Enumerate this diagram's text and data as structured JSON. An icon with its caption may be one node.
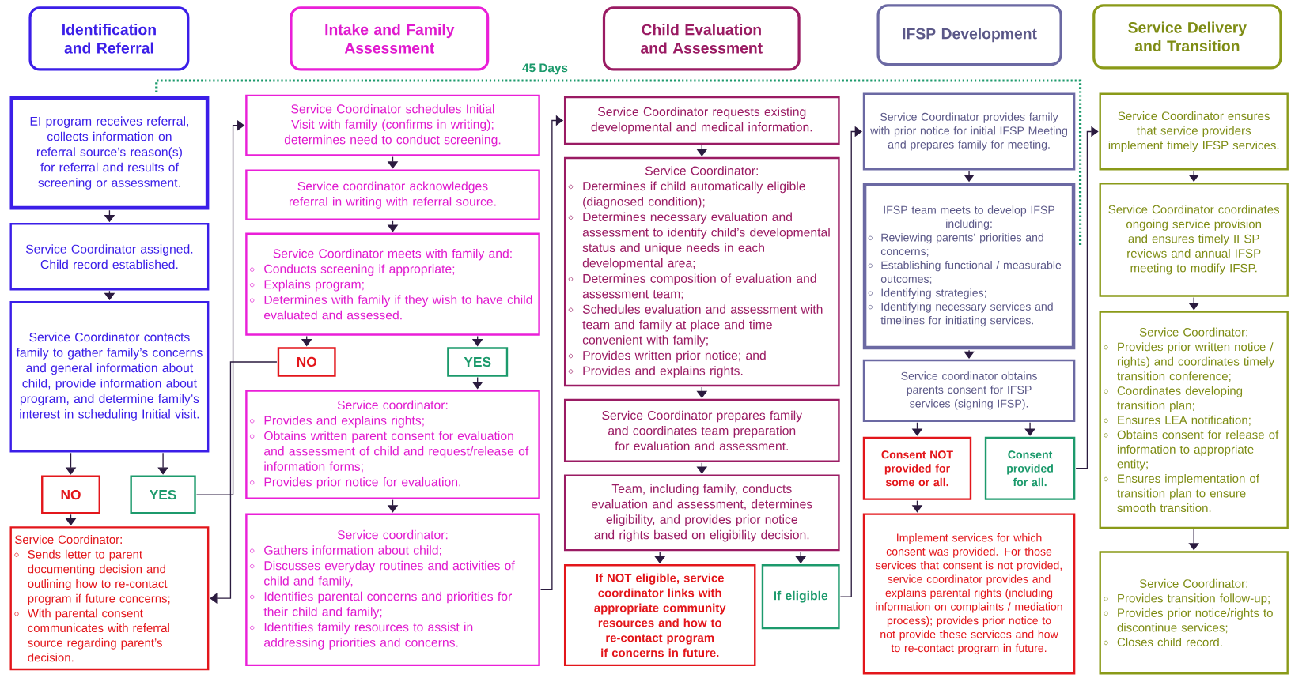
{
  "diagram": {
    "nodes": [
      {
        "text": [
          "Identification and Referral"
        ]
      },
      {
        "text": [
          "Intake and Family Assessment"
        ]
      },
      {
        "text": [
          "Child Evaluation and Assessment"
        ]
      },
      {
        "text": [
          "IFSP Development"
        ]
      },
      {
        "text": [
          "Service Delivery and Transition"
        ]
      },
      {
        "text": [
          "EI program receives referral, collects information on referral source’s reason(s) for referral and results of screening or assessment."
        ]
      },
      {
        "text": [
          "Service Coordinator assigned. Child record established."
        ]
      },
      {
        "text": [
          "Service Coordinator contacts family to gather family’s concerns and general information about child, provide information about program, and determine family’s interest in scheduling Initial visit."
        ]
      },
      {
        "text": [
          "NO"
        ]
      },
      {
        "text": [
          "YES"
        ]
      },
      {
        "text": [
          "Service Coordinator:",
          "Sends letter to parent documenting decision and outlining how to re-contact program if future concerns;",
          "With parental consent communicates with referral source regarding parent’s decision."
        ]
      },
      {
        "text": [
          "Service Coordinator schedules Initial Visit with family (confirms in writing); determines need to conduct screening."
        ]
      },
      {
        "text": [
          "Service coordinator acknowledges referral in writing with referral source."
        ]
      },
      {
        "text": [
          "Service Coordinator meets with family and:",
          "Conducts screening if appropriate;",
          "Explains program;",
          "Determines with family if they wish to have child evaluated and assessed."
        ]
      },
      {
        "text": [
          "NO"
        ]
      },
      {
        "text": [
          "YES"
        ]
      },
      {
        "text": [
          "Service coordinator:",
          "Provides and explains rights;",
          "Obtains written parent consent for evaluation and assessment of child and request/release of information forms;",
          "Provides prior notice for evaluation."
        ]
      },
      {
        "text": [
          "Service coordinator:",
          "Gathers information about child;",
          "Discusses everyday routines and activities of child and family,",
          "Identifies parental concerns and priorities for their child and family;",
          "Identifies family resources to assist in addressing priorities and concerns."
        ]
      },
      {
        "text": [
          "Service Coordinator requests existing developmental and medical information."
        ]
      },
      {
        "text": [
          "Service Coordinator:",
          "Determines if child automatically eligible (diagnosed condition);",
          "Determines necessary evaluation and assessment to identify child’s developmental status and unique needs in each developmental area;",
          "Determines composition of evaluation and assessment team;",
          "Schedules evaluation and assessment with team and family at place and time convenient with family;",
          "Provides written prior notice; and",
          "Provides and explains rights."
        ]
      },
      {
        "text": [
          "Service Coordinator prepares family and coordinates team preparation for evaluation and assessment."
        ]
      },
      {
        "text": [
          "Team, including family, conducts evaluation and assessment, determines eligibility, and provides prior notice and rights based on eligibility decision."
        ]
      },
      {
        "text": [
          "If NOT eligible, service coordinator links with appropriate community resources and how to re-contact program if concerns in future."
        ]
      },
      {
        "text": [
          "If eligible"
        ]
      },
      {
        "text": [
          "Service Coordinator provides family with prior notice for initial IFSP Meeting and prepares family for meeting."
        ]
      },
      {
        "text": [
          "IFSP team meets to develop IFSP including:",
          "Reviewing parents’ priorities and concerns;",
          "Establishing functional / measurable outcomes;",
          "Identifying strategies;",
          "Identifying necessary services and timelines for initiating services."
        ]
      },
      {
        "text": [
          "Service coordinator obtains parents consent for IFSP services (signing IFSP)."
        ]
      },
      {
        "text": [
          "Consent NOT provided for some or all."
        ]
      },
      {
        "text": [
          "Consent provided for all."
        ]
      },
      {
        "text": [
          "Implement services for which consent was provided. For those services that consent is not provided, service coordinator provides and explains parental rights (including information on complaints / mediation process); provides prior notice to not provide these services and how to re-contact program in future."
        ]
      },
      {
        "text": [
          "Service Coordinator ensures that service providers implement timely IFSP services."
        ]
      },
      {
        "text": [
          "Service Coordinator coordinates ongoing service provision and ensures timely IFSP reviews and annual IFSP meeting to modify IFSP."
        ]
      },
      {
        "text": [
          "Service Coordinator:",
          "Provides prior written notice / rights) and coordinates timely transition conference;",
          "Coordinates developing transition plan;",
          "Ensures LEA notification;",
          "Obtains consent for release of information to appropriate entity;",
          "Ensures implementation of transition plan to ensure smooth transition."
        ]
      },
      {
        "text": [
          "Service Coordinator:",
          "Provides transition follow-up;",
          "Provides prior notice/rights to discontinue services;",
          "Closes child record."
        ]
      }
    ],
    "edges": [
      {
        "from": 5,
        "to": 6,
        "arrow": "to"
      },
      {
        "from": 6,
        "to": 7,
        "arrow": "to"
      },
      {
        "from": 7,
        "to": 8,
        "arrow": "to"
      },
      {
        "from": 7,
        "to": 9,
        "arrow": "to"
      },
      {
        "from": 8,
        "to": 10,
        "arrow": "to"
      },
      {
        "from": 9,
        "to": 11,
        "arrow": "to"
      },
      {
        "from": 11,
        "to": 12,
        "arrow": "to"
      },
      {
        "from": 12,
        "to": 13,
        "arrow": "to"
      },
      {
        "from": 13,
        "to": 14,
        "arrow": "to"
      },
      {
        "from": 13,
        "to": 15,
        "arrow": "to"
      },
      {
        "from": 15,
        "to": 16,
        "arrow": "to"
      },
      {
        "from": 14,
        "to": 10,
        "arrow": "to"
      },
      {
        "from": 16,
        "to": 17,
        "arrow": "to"
      },
      {
        "from": 17,
        "to": 18,
        "arrow": "to"
      },
      {
        "from": 18,
        "to": 19,
        "arrow": "to"
      },
      {
        "from": 19,
        "to": 20,
        "arrow": "to"
      },
      {
        "from": 20,
        "to": 21,
        "arrow": "to"
      },
      {
        "from": 21,
        "to": 22,
        "arrow": "to"
      },
      {
        "from": 21,
        "to": 23,
        "arrow": "to"
      },
      {
        "from": 23,
        "to": 24,
        "arrow": "to"
      },
      {
        "from": 24,
        "to": 25,
        "arrow": "to"
      },
      {
        "from": 25,
        "to": 26,
        "arrow": "to"
      },
      {
        "from": 26,
        "to": 27,
        "arrow": "to"
      },
      {
        "from": 26,
        "to": 28,
        "arrow": "to"
      },
      {
        "from": 27,
        "to": 29,
        "arrow": "to"
      },
      {
        "from": 28,
        "to": 30,
        "arrow": "to"
      },
      {
        "from": 30,
        "to": 31,
        "arrow": "to"
      },
      {
        "from": 31,
        "to": 32,
        "arrow": "to"
      },
      {
        "from": 32,
        "to": 33,
        "arrow": "to"
      }
    ],
    "labels": [
      "45 Days"
    ]
  }
}
